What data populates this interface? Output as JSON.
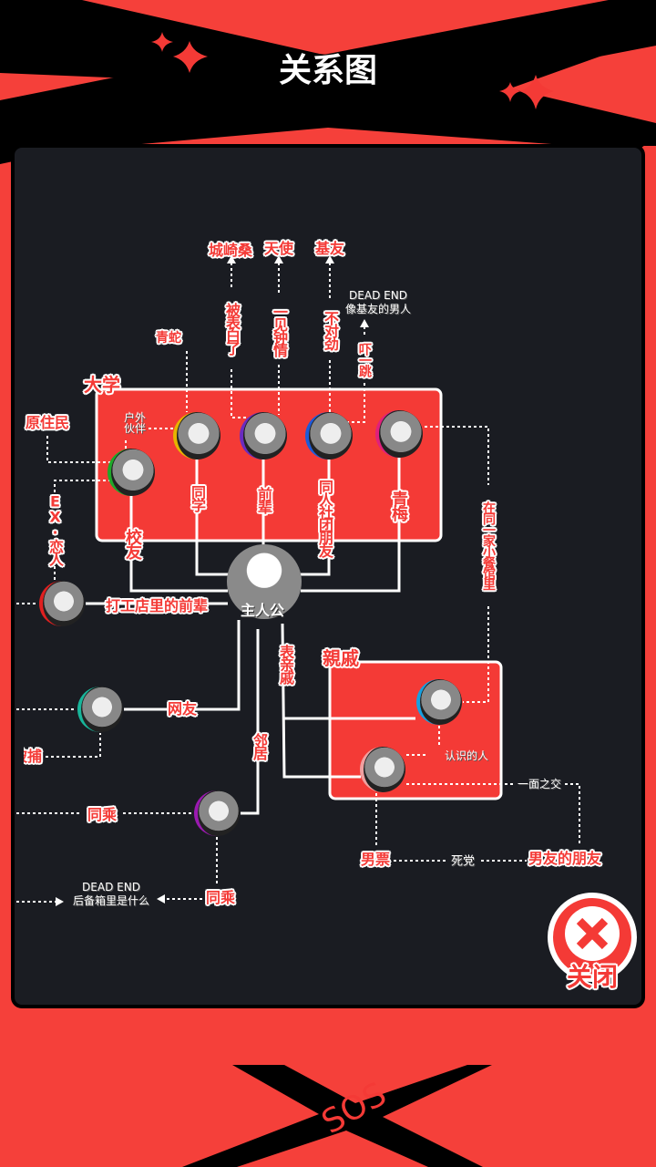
{
  "header": {
    "title": "关系图"
  },
  "groups": {
    "university": "大学",
    "relatives": "親戚"
  },
  "protagonist": "主人公",
  "labels": {
    "shirosaki": "城崎桑",
    "angel": "天使",
    "bestie": "基友",
    "confessed": "被表白了",
    "love_at_first_sight": "一见钟情",
    "something_wrong": "不对劲",
    "startled": "吓一跳",
    "dead_end": "DEAD END",
    "bestie_like_man": "像基友的男人",
    "green_snake": "青蛇",
    "outdoor_partner": "户外伙伴",
    "native": "原住民",
    "classmate": "同学",
    "senpai": "前辈",
    "doujin_club_friend": "同人社团朋友",
    "childhood_friend": "青梅",
    "alumni": "校友",
    "ex_lover": "EX·恋人",
    "same_restaurant": "在同一家小餐馆里",
    "work_senpai": "打工店里的前辈",
    "net_friend": "网友",
    "arrested": "被捕",
    "neighbor": "邻居",
    "cousin": "表亲戚",
    "co_rider_1": "同乘",
    "co_rider_2": "同乘",
    "dead_end_2": "DEAD END",
    "whats_in_trunk": "后备箱里是什么",
    "acquaintance": "认识的人",
    "met_once": "一面之交",
    "boyfriend": "男票",
    "best_buddy": "死党",
    "boyfriends_friend": "男友的朋友"
  },
  "close_button": {
    "label": "关闭"
  },
  "footer": {
    "logo": "SOS"
  },
  "colors": {
    "accent": "#f43a36",
    "panel": "#1a1c22"
  }
}
